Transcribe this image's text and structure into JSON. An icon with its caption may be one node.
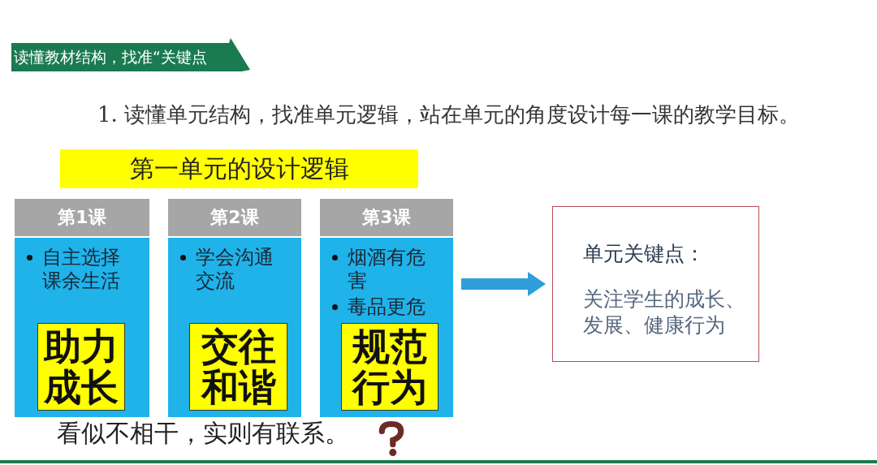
{
  "diagram": {
    "nodes": [
      {
        "text": [
          "读懂教材结构，找准“关键点"
        ]
      },
      {
        "text": [
          "第一单元的设计逻辑"
        ]
      },
      {
        "text": [
          "第1课",
          "自主选择课余生活"
        ]
      },
      {
        "text": [
          "第2课",
          "学会沟通交流"
        ]
      },
      {
        "text": [
          "第3课",
          "烟酒有危害",
          "毒品更危"
        ]
      },
      {
        "text": [
          "助力成长"
        ],
        "in": 2
      },
      {
        "text": [
          "交往和谐"
        ],
        "in": 3
      },
      {
        "text": [
          "规范行为"
        ],
        "in": 4
      },
      {
        "text": [
          "单元关键点：",
          "关注学生的成长、发展、健康行为"
        ]
      }
    ],
    "edges": [
      {
        "from": 4,
        "to": 8,
        "arrow": "to"
      }
    ],
    "labels": [
      "1. 读懂单元结构，找准单元逻辑，站在单元的角度设计每一课的教学目标。",
      "看似不相干，实则有联系。"
    ]
  }
}
